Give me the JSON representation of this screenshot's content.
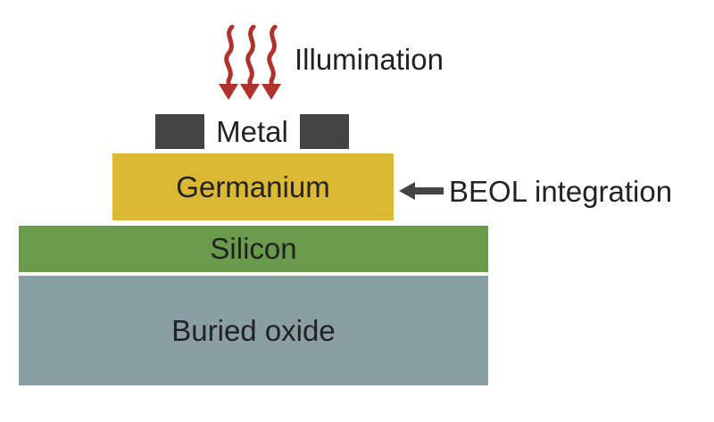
{
  "labels": {
    "illumination": "Illumination",
    "metal": "Metal",
    "germanium": "Germanium",
    "beol": "BEOL integration",
    "silicon": "Silicon",
    "oxide": "Buried oxide"
  },
  "colors": {
    "oxide": "#8a9fa4",
    "silicon": "#6a9a4c",
    "germanium": "#dcb934",
    "metal": "#444444",
    "illumination_arrows": "#b0322c",
    "beol_arrow": "#444444"
  },
  "icons": {
    "illumination": "wavy-down-arrow-icon",
    "beol": "left-arrow-icon"
  }
}
